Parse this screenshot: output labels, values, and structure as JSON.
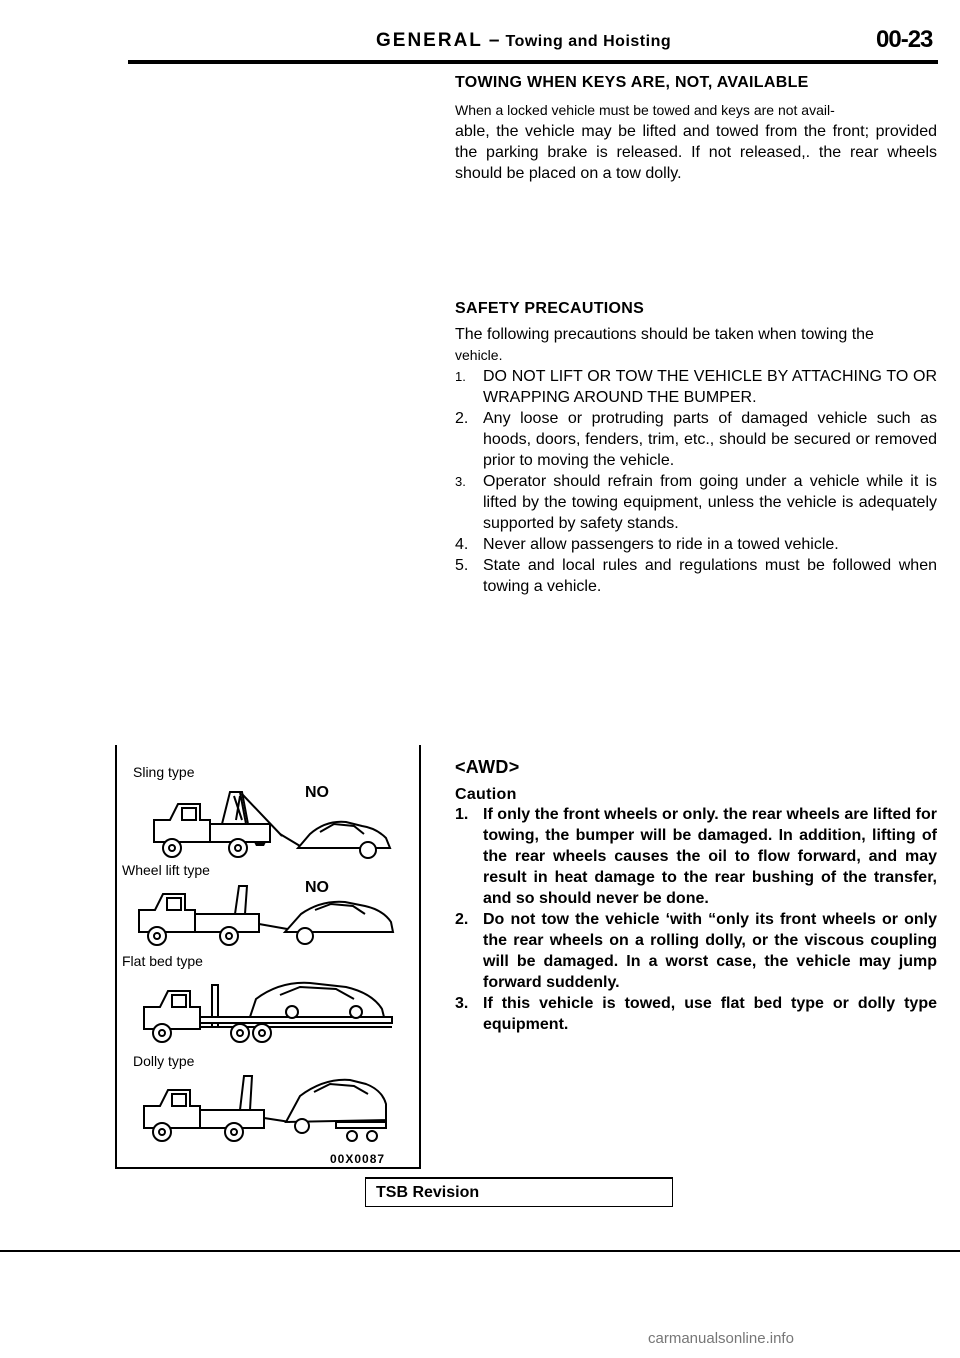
{
  "header": {
    "title": "GENERAL",
    "dash": "–",
    "subtitle": "Towing and Hoisting",
    "page_number": "00-23"
  },
  "towing_no_keys": {
    "title": "TOWING WHEN KEYS ARE, NOT, AVAILABLE",
    "line1": "When a locked vehicle must be towed and keys are not avail-",
    "body": "able, the vehicle may be lifted and towed from the front; provided the parking brake is released. If not released,. the rear wheels should be placed on a tow dolly."
  },
  "safety": {
    "title": "SAFETY PRECAUTIONS",
    "intro": "The following precautions should be taken when towing the",
    "intro_end": "vehicle.",
    "items": [
      {
        "num": "1.",
        "text": "DO NOT LIFT OR TOW THE VEHICLE BY ATTACHING TO OR WRAPPING AROUND THE BUMPER."
      },
      {
        "num": "2.",
        "text": "Any loose or protruding parts of damaged vehicle such as hoods, doors, fenders, trim, etc., should be secured or removed prior to moving the vehicle."
      },
      {
        "num": "3.",
        "text": "Operator should refrain from going under a vehicle while it is lifted by the towing equipment, unless the vehicle is adequately supported by safety stands."
      },
      {
        "num": "4.",
        "text": "Never allow passengers to ride in a towed vehicle."
      },
      {
        "num": "5.",
        "text": "State and local rules and regulations must be followed when towing a vehicle."
      }
    ]
  },
  "awd": {
    "title": "<AWD>",
    "caution_label": "Caution",
    "items": [
      {
        "num": "1.",
        "text": "If only the front wheels or only. the rear wheels are lifted for towing, the bumper will be damaged. In addition, lifting of the rear wheels causes the oil to flow forward, and may result in heat damage to the rear bushing of the transfer, and so should never be done."
      },
      {
        "num": "2.",
        "text": "Do not tow the vehicle ‘with “only its front wheels or only the rear wheels on a rolling dolly, or the viscous coupling will be damaged. In a worst case, the vehicle may jump forward suddenly."
      },
      {
        "num": "3.",
        "text": "If this vehicle is towed, use flat bed type or dolly type equipment."
      }
    ]
  },
  "figure": {
    "sling_label": "Sling type",
    "wheel_lift_label": "Wheel lift type",
    "flat_bed_label": "Flat bed type",
    "dolly_label": "Dolly type",
    "no_mark_1": "NO",
    "no_mark_2": "NO",
    "code": "00X0087"
  },
  "tsb_revision": "TSB Revision",
  "watermark": "carmanualsonline.info"
}
